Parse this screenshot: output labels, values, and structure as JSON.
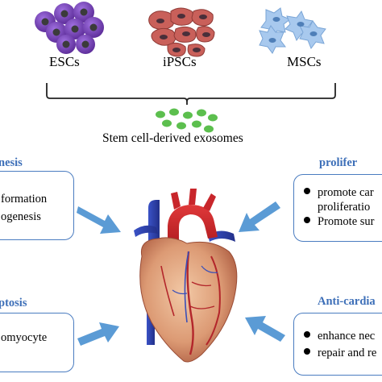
{
  "cells": {
    "esc_label": "ESCs",
    "ipsc_label": "iPSCs",
    "msc_label": "MSCs"
  },
  "exosomes": {
    "label": "Stem cell-derived exosomes"
  },
  "panels": {
    "top_left": {
      "title": "nesis",
      "lines": [
        " formation",
        "ogenesis"
      ]
    },
    "top_right": {
      "title": "prolifer",
      "lines": [
        "promote car",
        "proliferatio",
        "Promote sur"
      ]
    },
    "bottom_left": {
      "title": "ptosis",
      "lines": [
        "omyocyte"
      ]
    },
    "bottom_right": {
      "title": "Anti-cardia",
      "lines": [
        "enhance nec",
        "repair and re"
      ]
    }
  },
  "colors": {
    "esc": "#7a3fb5",
    "ipsc": "#c65a56",
    "msc": "#a8c9ee",
    "exosome": "#4caf50",
    "panel_border": "#4a7cc0",
    "panel_title": "#3d6fb8",
    "arrow": "#5b9bd5"
  }
}
